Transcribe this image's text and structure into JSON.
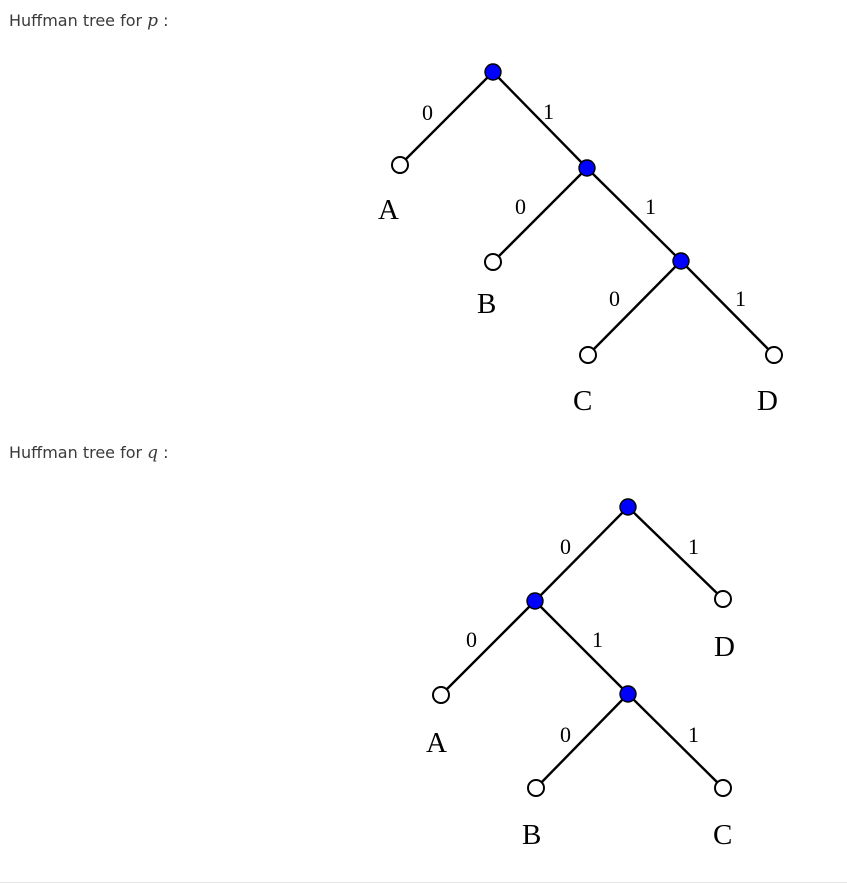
{
  "trees": [
    {
      "heading_prefix": "Huffman tree for ",
      "variable": "p",
      "heading_suffix": " :",
      "edge_labels": [
        "0",
        "1",
        "0",
        "1",
        "0",
        "1"
      ],
      "leaf_labels": [
        "A",
        "B",
        "C",
        "D"
      ]
    },
    {
      "heading_prefix": "Huffman tree for ",
      "variable": "q",
      "heading_suffix": " :",
      "edge_labels": [
        "0",
        "1",
        "0",
        "1",
        "0",
        "1"
      ],
      "leaf_labels": [
        "A",
        "B",
        "C",
        "D"
      ]
    }
  ],
  "colors": {
    "internal_node": "#0000ff",
    "leaf_node": "#ffffff",
    "edge": "#000000"
  }
}
